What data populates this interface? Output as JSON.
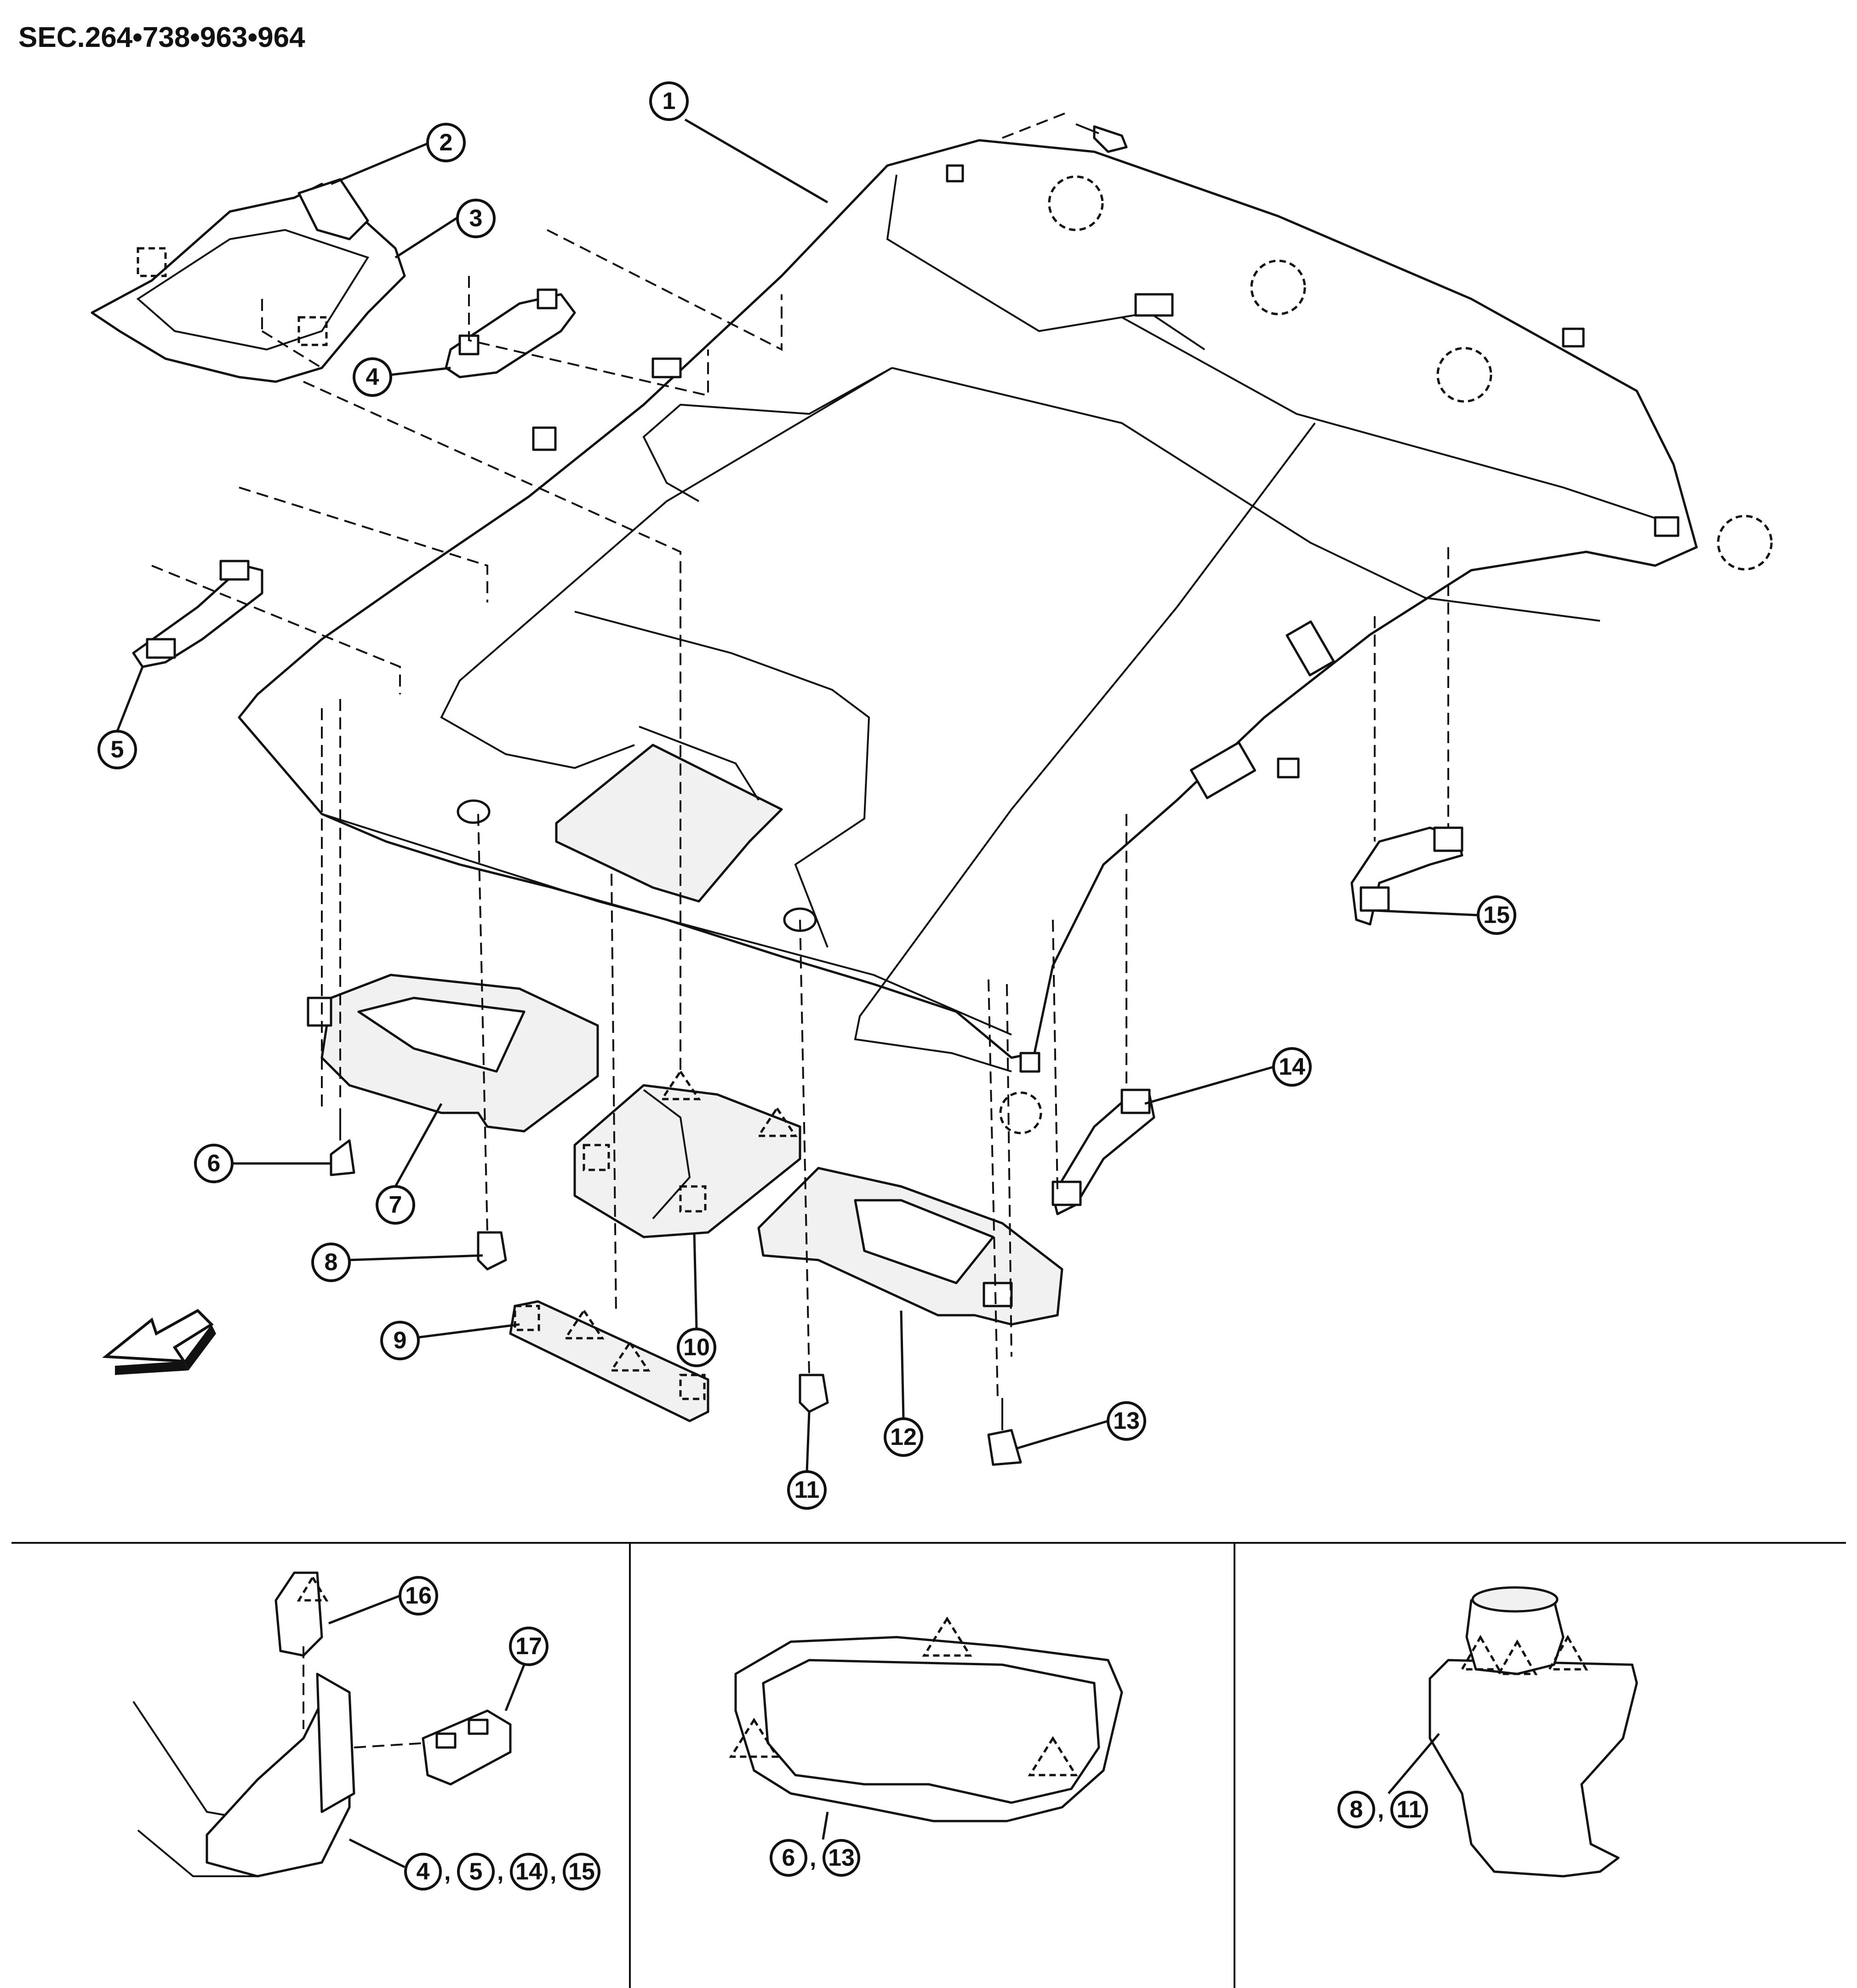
{
  "header": {
    "section_code": "SEC.264•738•963•964"
  },
  "callouts": {
    "c1": "1",
    "c2": "2",
    "c3": "3",
    "c4": "4",
    "c5": "5",
    "c6": "6",
    "c7": "7",
    "c8": "8",
    "c9": "9",
    "c10": "10",
    "c11": "11",
    "c12": "12",
    "c13": "13",
    "c14": "14",
    "c15": "15",
    "c16": "16",
    "c17": "17"
  },
  "detail_panels": {
    "assist_grip_detail": {
      "refs": [
        "4",
        "5",
        "14",
        "15"
      ]
    },
    "sun_visor_holder_detail": {
      "refs": [
        "6",
        "13"
      ]
    },
    "sun_visor_clip_detail": {
      "refs": [
        "8",
        "11"
      ]
    }
  },
  "icons": {
    "front_arrow": "front-direction-arrow-icon",
    "clip_marker": "dashed-square-clip-icon",
    "pawl_marker": "dashed-triangle-pawl-icon",
    "fastener_marker": "dashed-circle-fastener-icon"
  }
}
